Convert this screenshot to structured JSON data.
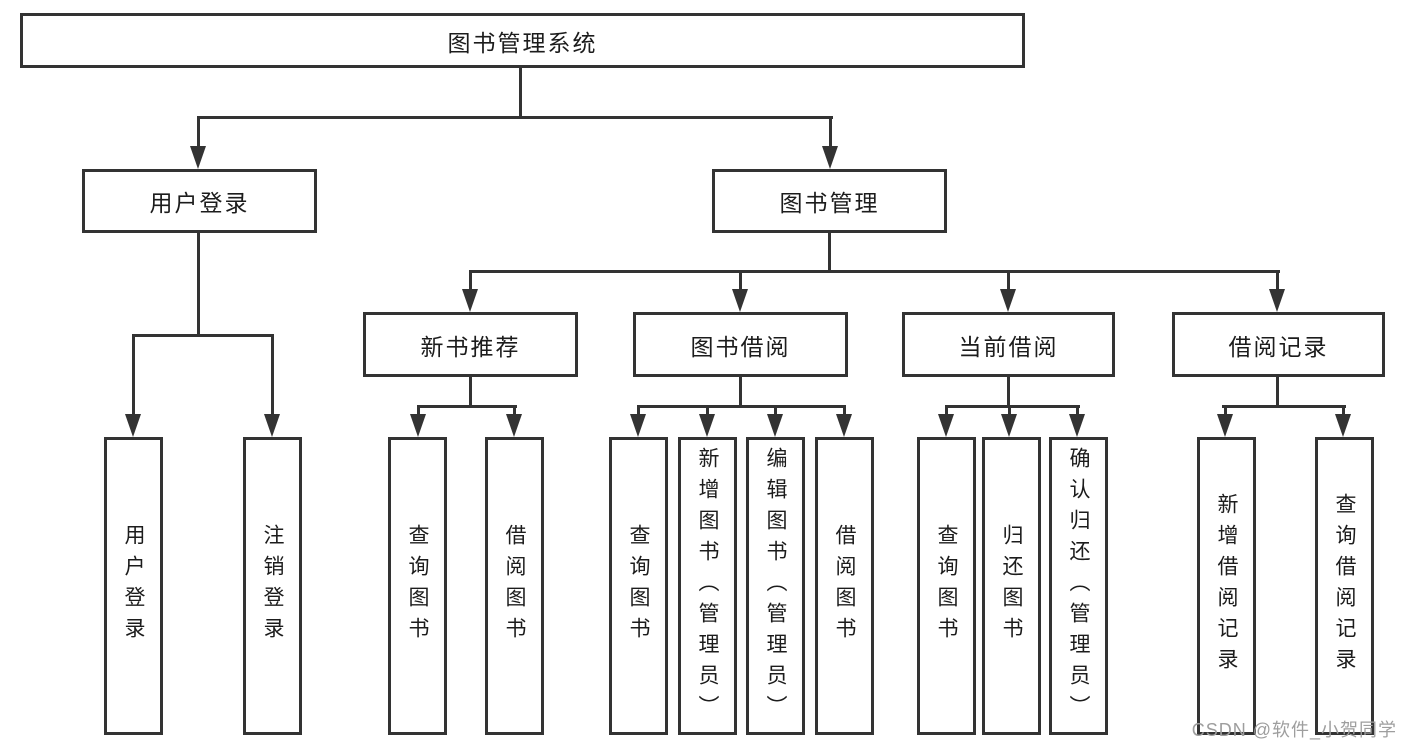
{
  "tree": {
    "label": "图书管理系统",
    "children": [
      {
        "label": "用户登录",
        "children": [
          {
            "label": "用户登录"
          },
          {
            "label": "注销登录"
          }
        ]
      },
      {
        "label": "图书管理",
        "children": [
          {
            "label": "新书推荐",
            "children": [
              {
                "label": "查询图书"
              },
              {
                "label": "借阅图书"
              }
            ]
          },
          {
            "label": "图书借阅",
            "children": [
              {
                "label": "查询图书"
              },
              {
                "label": "新增图书（管理员）"
              },
              {
                "label": "编辑图书（管理员）"
              },
              {
                "label": "借阅图书"
              }
            ]
          },
          {
            "label": "当前借阅",
            "children": [
              {
                "label": "查询图书"
              },
              {
                "label": "归还图书"
              },
              {
                "label": "确认归还（管理员）"
              }
            ]
          },
          {
            "label": "借阅记录",
            "children": [
              {
                "label": "新增借阅记录"
              },
              {
                "label": "查询借阅记录"
              }
            ]
          }
        ]
      }
    ]
  },
  "watermark": {
    "text": "CSDN @软件_小贺同学"
  },
  "colors": {
    "line": "#333333",
    "text": "#1c1c1c",
    "watermark": "#9e9e9e",
    "background": "#ffffff"
  }
}
